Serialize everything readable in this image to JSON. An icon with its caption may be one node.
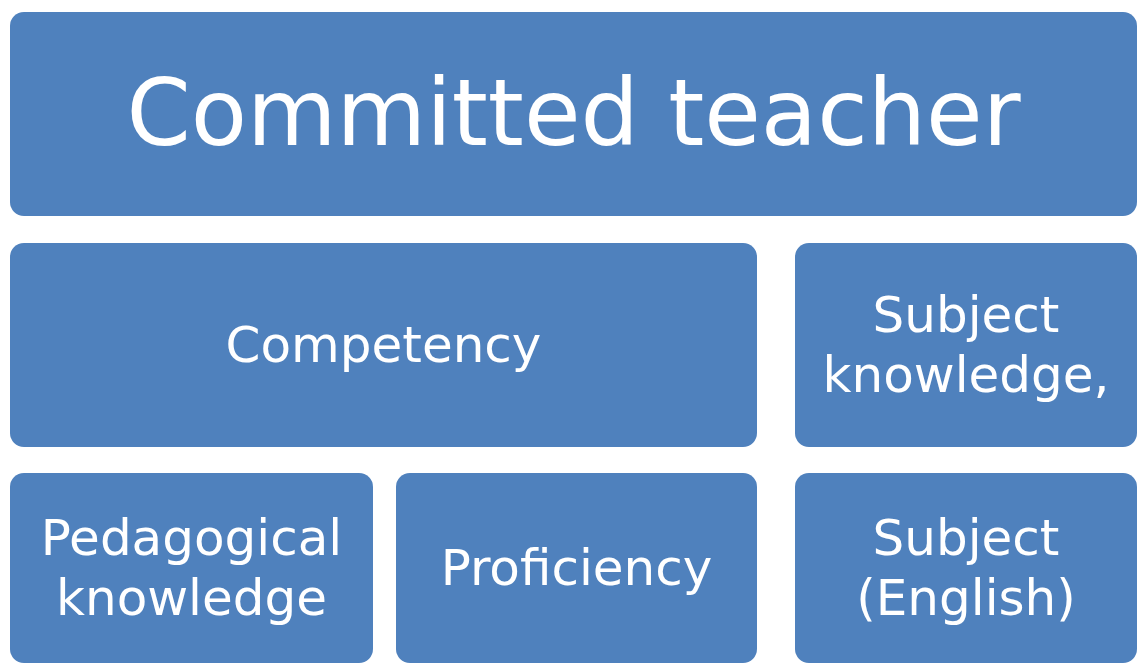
{
  "diagram": {
    "nodes": [
      {
        "text": [
          "Committed teacher"
        ]
      },
      {
        "text": [
          "Competency"
        ]
      },
      {
        "text": [
          "Subject knowledge,"
        ]
      },
      {
        "text": [
          "Pedagogical knowledge"
        ]
      },
      {
        "text": [
          "Proficiency"
        ]
      },
      {
        "text": [
          "Subject (English)"
        ]
      }
    ]
  }
}
